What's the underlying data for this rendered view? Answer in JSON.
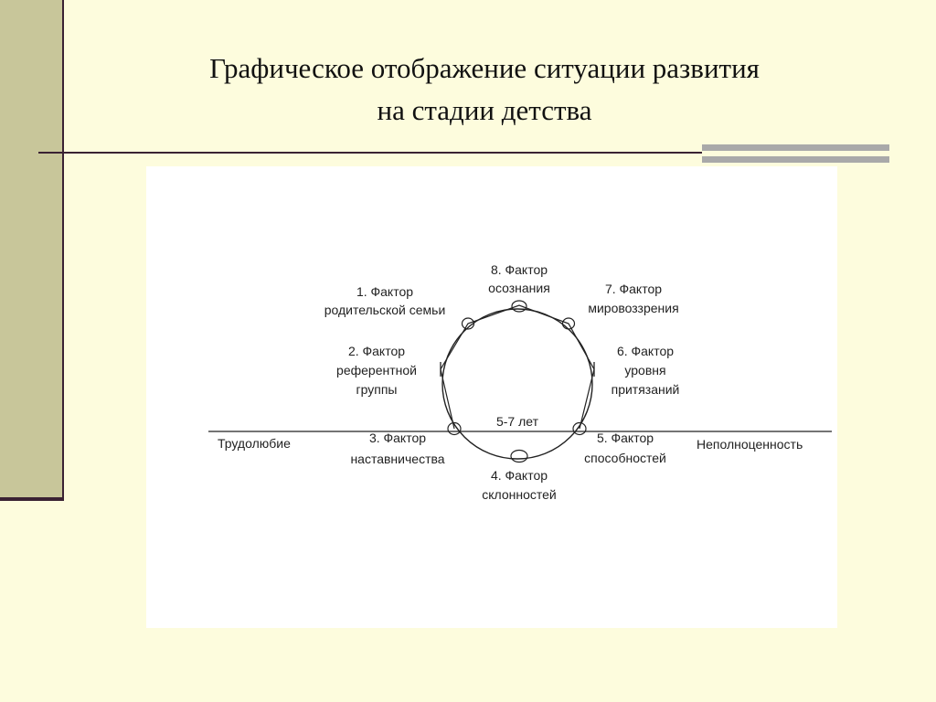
{
  "slide": {
    "title_line1": "Графическое отображение ситуации развития",
    "title_line2": "на стадии детства"
  },
  "diagram": {
    "center_label": "5-7 лет",
    "left_pole": "Трудолюбие",
    "right_pole": "Неполноценность",
    "factors": [
      {
        "line1": "1. Фактор",
        "line2": "родительской семьи"
      },
      {
        "line1": "2. Фактор",
        "line2": "референтной",
        "line3": "группы"
      },
      {
        "line1": "3. Фактор",
        "line2": "наставничества"
      },
      {
        "line1": "4. Фактор",
        "line2": "склонностей"
      },
      {
        "line1": "5. Фактор",
        "line2": "способностей"
      },
      {
        "line1": "6. Фактор",
        "line2": "уровня",
        "line3": "притязаний"
      },
      {
        "line1": "7. Фактор",
        "line2": "мировоззрения"
      },
      {
        "line1": "8. Фактор",
        "line2": "осознания"
      }
    ]
  }
}
